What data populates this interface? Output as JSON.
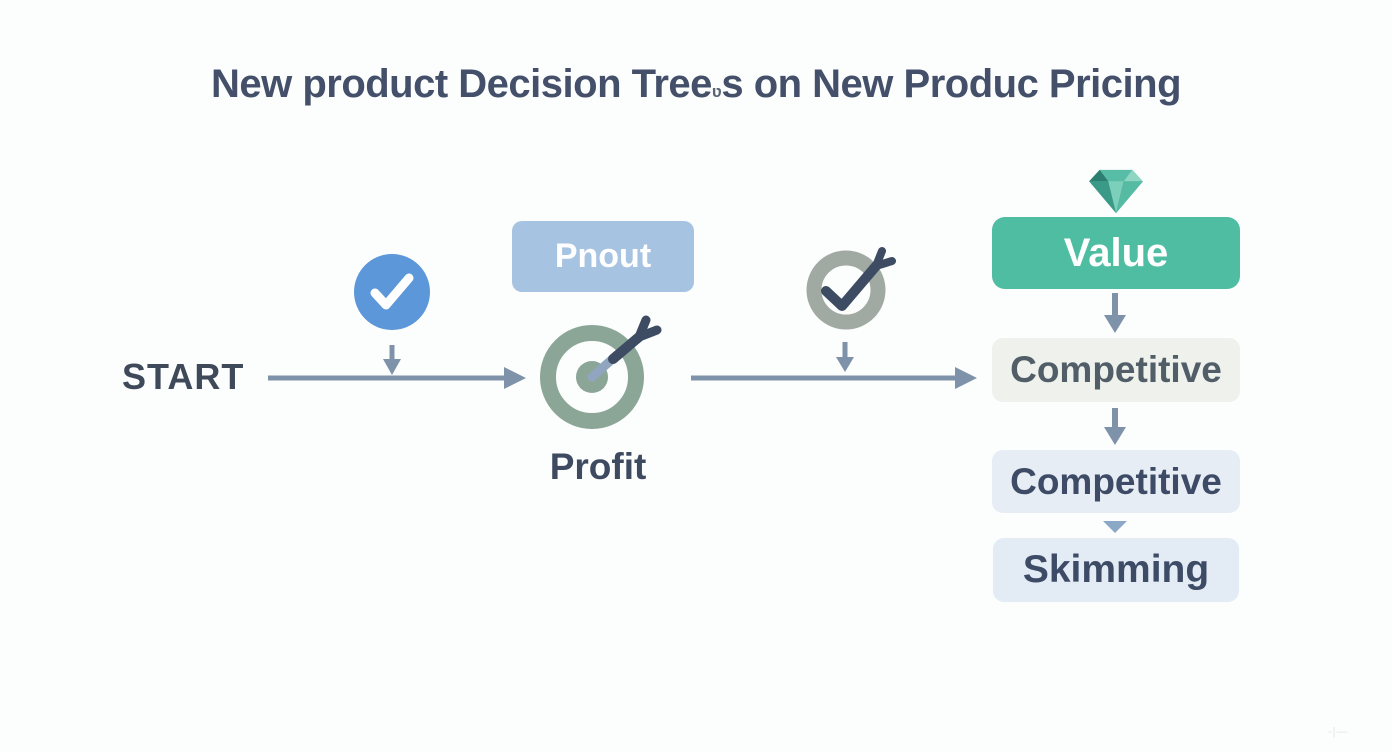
{
  "title": {
    "text_before_cursor": "New product Decision Tree",
    "cursor_glyph": "ʋ",
    "text_after_cursor": "s on New Produc Pricing",
    "full_text": "New product Decision Trees on New Produc Pricing"
  },
  "flow": {
    "start_label": "START",
    "pnout_box_label": "Pnout",
    "profit_label": "Profit",
    "icons": {
      "check_circle": "blue-circle-white-checkmark",
      "target_wrench": "target-with-wrench",
      "ring_check_wrench": "gray-ring-with-check-and-wrench",
      "diamond": "teal-gem"
    }
  },
  "right_column": {
    "nodes": [
      {
        "label": "Value"
      },
      {
        "label": "Competitive"
      },
      {
        "label": "Competitive"
      },
      {
        "label": "Skimming"
      }
    ]
  },
  "colors": {
    "background": "#fcfdfd",
    "title_text": "#44506a",
    "dark_text": "#3e4a5f",
    "arrow": "#7e92a9",
    "check_circle_blue": "#5b97d9",
    "pnout_box": "#a7c3e2",
    "target_ring": "#8ba697",
    "wrench_dark": "#3e4c63",
    "wrench_highlight": "#8fa5c0",
    "middle_ring": "#a1a9a3",
    "value_box": "#4fbda1",
    "competitive1_box": "#eef1ec",
    "competitive1_text": "#515e68",
    "competitive2_box": "#e7edf4",
    "skimming_box": "#e3ecf5",
    "navy_text": "#3e4b66",
    "diamond_teal": "#57bfa6",
    "small_triangle": "#8ba8c7"
  },
  "watermark": "-|—"
}
